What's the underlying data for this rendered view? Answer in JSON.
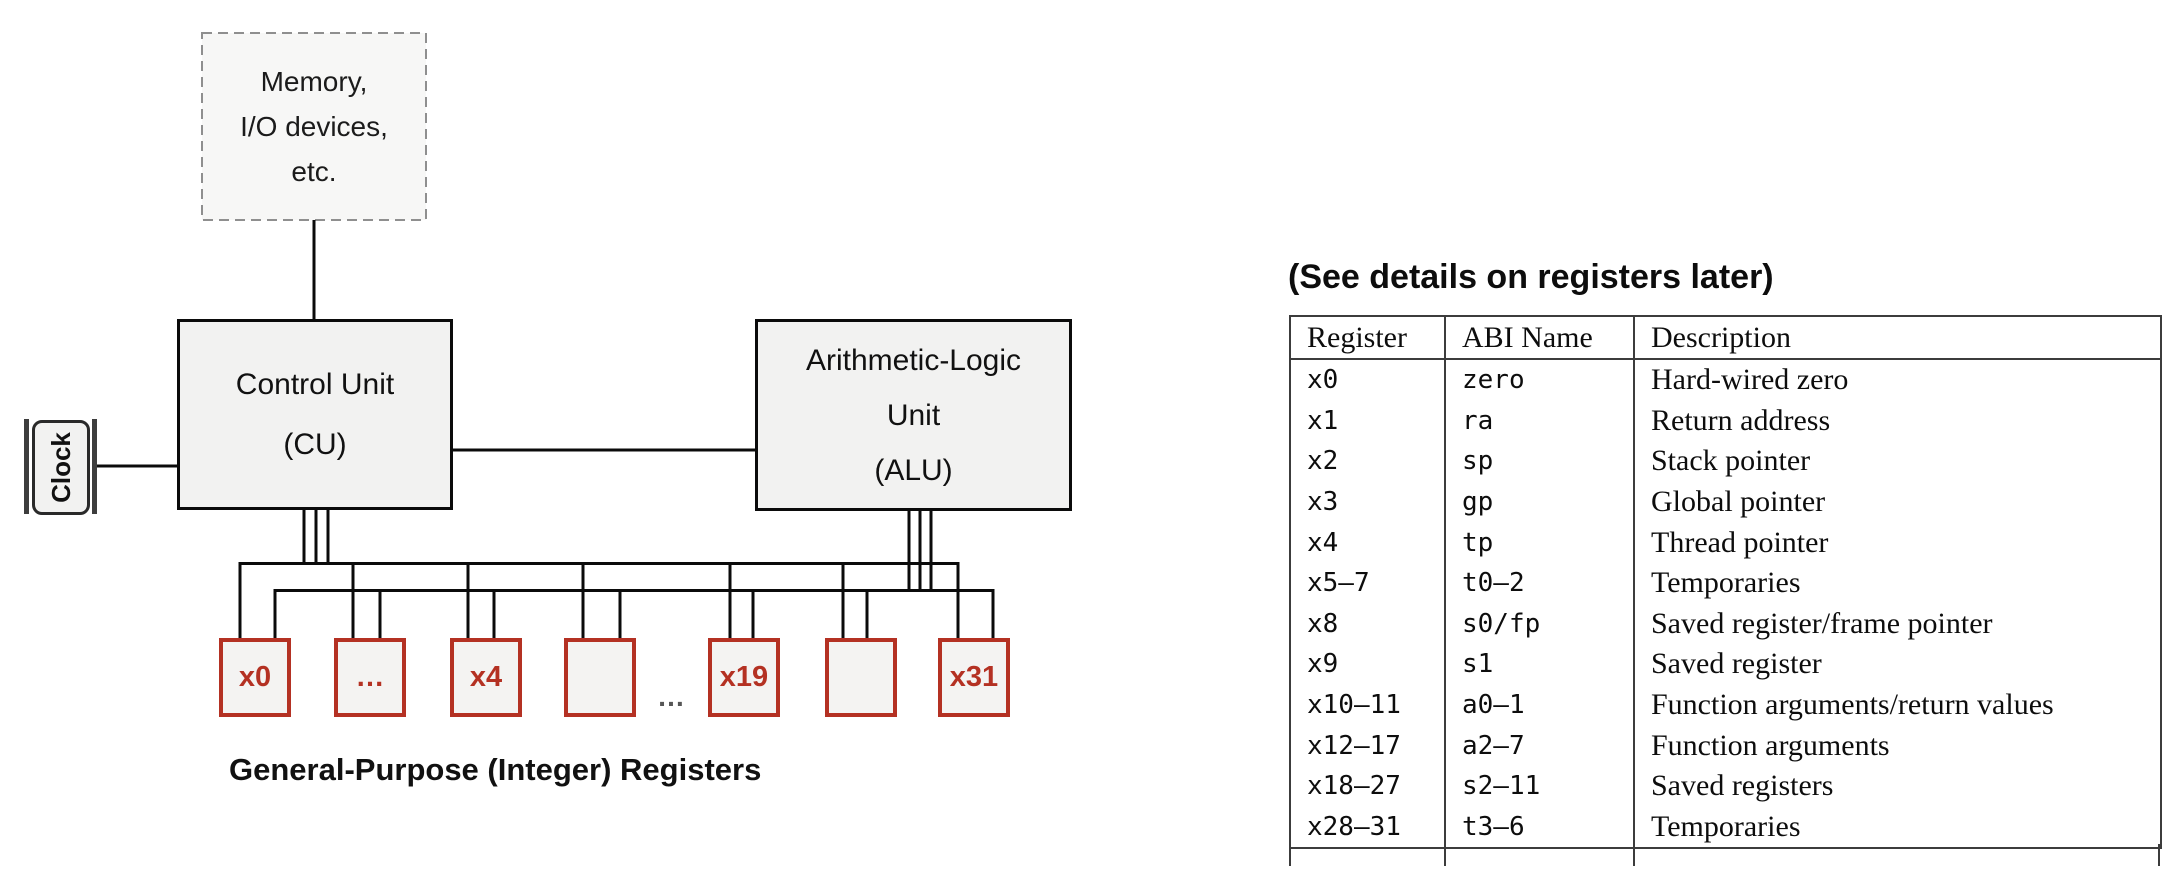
{
  "diagram": {
    "memory": {
      "lines": [
        "Memory,",
        "I/O devices,",
        "etc."
      ]
    },
    "control_unit": {
      "line1": "Control Unit",
      "line2": "(CU)"
    },
    "alu": {
      "line1": "Arithmetic-Logic",
      "line2": "Unit",
      "line3": "(ALU)"
    },
    "clock": {
      "label": "Clock"
    },
    "registers": {
      "boxes": [
        {
          "label": "x0"
        },
        {
          "label": "…"
        },
        {
          "label": "x4"
        },
        {
          "label": ""
        },
        {
          "label": "x19"
        },
        {
          "label": ""
        },
        {
          "label": "x31"
        }
      ],
      "between_dots": "…",
      "caption": "General-Purpose (Integer) Registers"
    },
    "colors": {
      "register_accent": "#b43123",
      "box_fill": "#f2f2f1",
      "wire": "#0b0b0b"
    }
  },
  "panel": {
    "heading": "(See details on registers later)",
    "table": {
      "headers": [
        "Register",
        "ABI Name",
        "Description"
      ],
      "rows": [
        {
          "register": "x0",
          "abi": "zero",
          "description": "Hard-wired zero"
        },
        {
          "register": "x1",
          "abi": "ra",
          "description": "Return address"
        },
        {
          "register": "x2",
          "abi": "sp",
          "description": "Stack pointer"
        },
        {
          "register": "x3",
          "abi": "gp",
          "description": "Global pointer"
        },
        {
          "register": "x4",
          "abi": "tp",
          "description": "Thread pointer"
        },
        {
          "register": "x5–7",
          "abi": "t0–2",
          "description": "Temporaries"
        },
        {
          "register": "x8",
          "abi": "s0/fp",
          "description": "Saved register/frame pointer"
        },
        {
          "register": "x9",
          "abi": "s1",
          "description": "Saved register"
        },
        {
          "register": "x10–11",
          "abi": "a0–1",
          "description": "Function arguments/return values"
        },
        {
          "register": "x12–17",
          "abi": "a2–7",
          "description": "Function arguments"
        },
        {
          "register": "x18–27",
          "abi": "s2–11",
          "description": "Saved registers"
        },
        {
          "register": "x28–31",
          "abi": "t3–6",
          "description": "Temporaries"
        }
      ]
    }
  }
}
